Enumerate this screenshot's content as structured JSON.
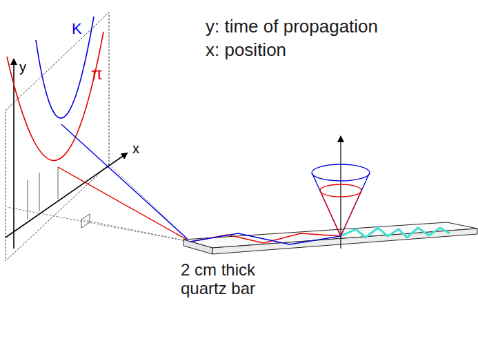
{
  "diagram": {
    "labels": [
      "y: time of propagation",
      "x: position",
      "K",
      "π",
      "y",
      "x",
      "2 cm thick quartz bar"
    ]
  }
}
